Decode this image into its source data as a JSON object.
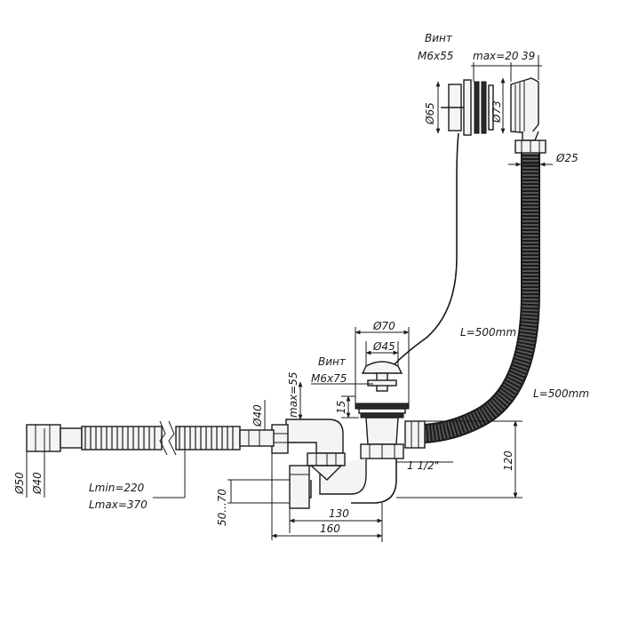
{
  "labels": {
    "vint_top": "Винт",
    "screw_top": "M6x55",
    "max_top": "max=20",
    "dim_39": "39",
    "dia_65": "Ø65",
    "dia_73": "Ø73",
    "dia_25": "Ø25",
    "dia_70": "Ø70",
    "dia_45": "Ø45",
    "cable_length": "L=500mm",
    "vint_mid": "Винт",
    "screw_mid": "M6x75",
    "max_mid": "max=55",
    "dim_15": "15",
    "hose_length": "L=500mm",
    "dia_40_right": "Ø40",
    "thread": "1 1/2\"",
    "dim_120": "120",
    "dia_50": "Ø50",
    "dia_40_left": "Ø40",
    "lmin": "Lmin=220",
    "lmax": "Lmax=370",
    "dim_50_70": "50...70",
    "dim_130": "130",
    "dim_160": "160"
  }
}
